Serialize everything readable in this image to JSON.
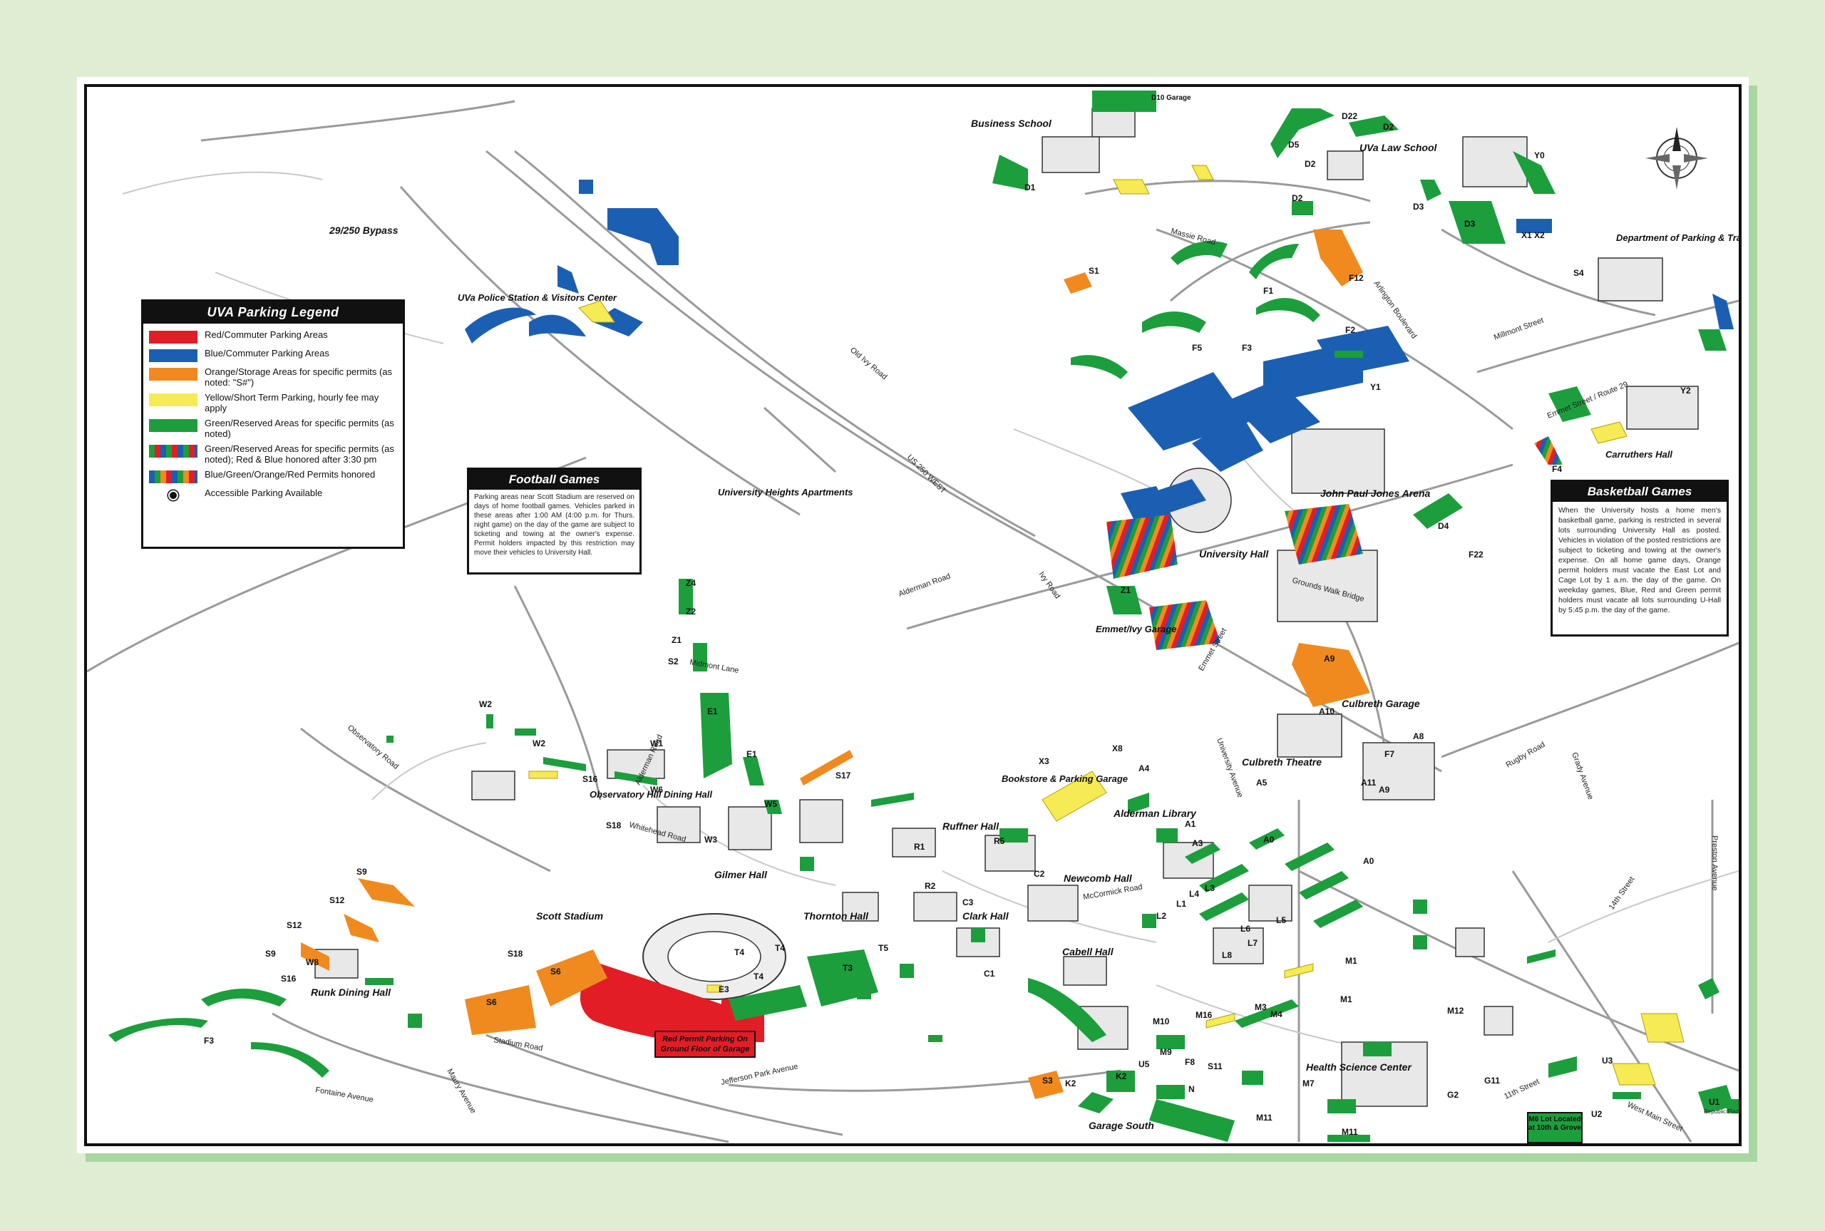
{
  "colors": {
    "red": "#e21d26",
    "blue": "#1b5fb3",
    "orange": "#f08a1e",
    "yellow": "#f6ea55",
    "green": "#1c9e3c",
    "page_bg": "#dfeed3",
    "frame_shadow": "#a9d6a0"
  },
  "legend": {
    "title": "UVA Parking Legend",
    "items": [
      {
        "swatch": "red",
        "text": "Red/Commuter Parking Areas"
      },
      {
        "swatch": "blue",
        "text": "Blue/Commuter Parking Areas"
      },
      {
        "swatch": "orange",
        "text": "Orange/Storage Areas for specific permits (as noted: \"S#\")"
      },
      {
        "swatch": "yellow",
        "text": "Yellow/Short Term Parking, hourly fee may apply"
      },
      {
        "swatch": "green",
        "text": "Green/Reserved Areas for specific permits (as noted)"
      },
      {
        "swatch": "stripes2",
        "text": "Green/Reserved Areas for specific permits (as noted); Red & Blue honored after 3:30 pm"
      },
      {
        "swatch": "stripes",
        "text": "Blue/Green/Orange/Red Permits honored"
      },
      {
        "swatch": "dot",
        "text": "Accessible Parking Available"
      }
    ]
  },
  "football": {
    "title": "Football Games",
    "body": "Parking areas near Scott Stadium are reserved on days of home football games. Vehicles parked in these areas after 1:00 AM (4:00 p.m. for Thurs. night game) on the day of the game are subject to ticketing and towing at the owner's expense. Permit holders impacted by this restriction may move their vehicles to University Hall."
  },
  "basketball": {
    "title": "Basketball Games",
    "body": "When the University hosts a home men's basketball game, parking is restricted in several lots surrounding University Hall as posted. Vehicles in violation of the posted restrictions are subject to ticketing and towing at the owner's expense. On all home game days, Orange permit holders must vacate the East Lot and Cage Lot by 1 a.m. the day of the game. On weekday games, Blue, Red and Green permit holders must vacate all lots surrounding U-Hall by 5:45 p.m. the day of the game."
  },
  "notes": {
    "red_permit": "Red Permit Parking On Ground Floor of Garage",
    "m6_lot": "M6 Lot Located at 10th & Grove"
  },
  "places": [
    {
      "name": "Business School"
    },
    {
      "name": "UVa Law School"
    },
    {
      "name": "Department of Parking & Transportation"
    },
    {
      "name": "29/250 Bypass"
    },
    {
      "name": "UVa Police Station & Visitors Center"
    },
    {
      "name": "University Heights Apartments"
    },
    {
      "name": "John Paul Jones Arena"
    },
    {
      "name": "University Hall"
    },
    {
      "name": "Carruthers Hall"
    },
    {
      "name": "Emmet/Ivy Garage"
    },
    {
      "name": "Culbreth Garage"
    },
    {
      "name": "Culbreth Theatre"
    },
    {
      "name": "Observatory Hill Dining Hall"
    },
    {
      "name": "Bookstore & Parking Garage"
    },
    {
      "name": "Alderman Library"
    },
    {
      "name": "Ruffner Hall"
    },
    {
      "name": "Gilmer Hall"
    },
    {
      "name": "Newcomb Hall"
    },
    {
      "name": "Scott Stadium"
    },
    {
      "name": "Thornton Hall"
    },
    {
      "name": "Clark Hall"
    },
    {
      "name": "Cabell Hall"
    },
    {
      "name": "Runk Dining Hall"
    },
    {
      "name": "Health Science Center"
    },
    {
      "name": "Garage South"
    }
  ],
  "roads": [
    "Old Ivy Road",
    "US 250 WEST",
    "Alderman Road",
    "Ivy Road",
    "Midmont Lane",
    "Massie Road",
    "Arlington Boulevard",
    "Millmont Street",
    "Emmet Street / Route 29",
    "Emmet Street",
    "University Avenue",
    "Rugby Road",
    "Grady Avenue",
    "Preston Avenue",
    "14th Street",
    "11th Street",
    "West Main Street",
    "Jefferson Park Avenue",
    "Stadium Road",
    "Fontaine Avenue",
    "Maury Avenue",
    "Observatory Road",
    "Alderman Road",
    "Whitehead Road",
    "McCormick Road",
    "Grounds Walk Bridge",
    "Republic Plaza"
  ],
  "lots": [
    "D10 Garage",
    "D1",
    "D22",
    "D2",
    "D5",
    "D2",
    "D2",
    "D3",
    "D3",
    "X1 X2",
    "Y0",
    "S4",
    "S1",
    "F12",
    "F1",
    "F2",
    "F5",
    "F3",
    "Y1",
    "Y2",
    "F4",
    "F22",
    "D4",
    "Z1",
    "Z4",
    "Z2",
    "Z1",
    "S2",
    "A9",
    "A10",
    "A8",
    "A9",
    "F7",
    "A11",
    "A5",
    "A0",
    "A0",
    "W2",
    "W2",
    "W1",
    "E1",
    "E1",
    "S16",
    "W6",
    "W5",
    "S17",
    "X3",
    "X8",
    "A4",
    "S18",
    "W3",
    "R1",
    "R2",
    "R5",
    "A1",
    "A3",
    "S9",
    "S12",
    "S12",
    "C3",
    "C2",
    "L1",
    "L3",
    "L4",
    "L2",
    "L5",
    "L6",
    "L7",
    "L8",
    "M1",
    "M1",
    "M3",
    "M4",
    "M12",
    "S6",
    "S6",
    "S18",
    "E3",
    "T4",
    "T4",
    "T4",
    "T3",
    "T5",
    "C1",
    "M10",
    "M16",
    "S9",
    "W8",
    "S16",
    "F3",
    "M9",
    "F8",
    "S11",
    "U5",
    "K2",
    "S3",
    "K2",
    "N",
    "M11",
    "M7",
    "G2",
    "G11",
    "U3",
    "U2",
    "U1",
    "M11"
  ]
}
